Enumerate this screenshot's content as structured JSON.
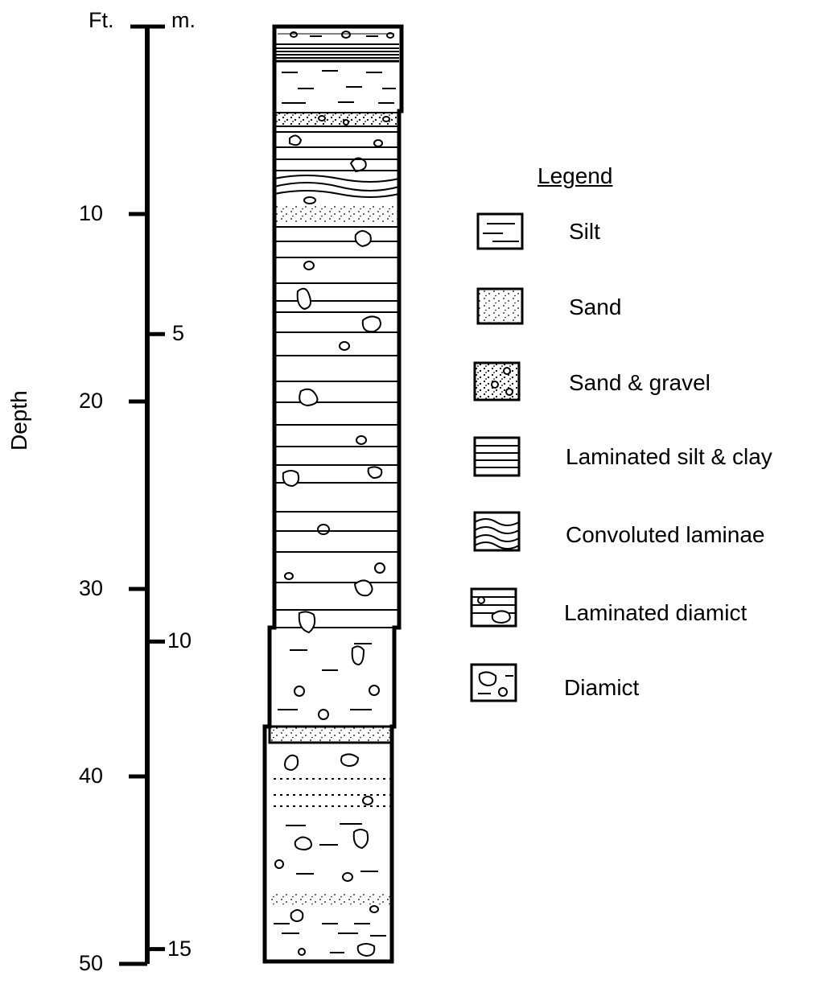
{
  "axis": {
    "title": "Depth",
    "unit_feet": "Ft.",
    "unit_meters": "m.",
    "feet_ticks": [
      {
        "value": 10,
        "label": "10"
      },
      {
        "value": 20,
        "label": "20"
      },
      {
        "value": 30,
        "label": "30"
      },
      {
        "value": 40,
        "label": "40"
      },
      {
        "value": 50,
        "label": "50"
      }
    ],
    "meter_ticks": [
      {
        "value": 5,
        "label": "5"
      },
      {
        "value": 10,
        "label": "10"
      },
      {
        "value": 15,
        "label": "15"
      }
    ]
  },
  "legend": {
    "title": "Legend",
    "items": [
      {
        "key": "silt",
        "label": "Silt"
      },
      {
        "key": "sand",
        "label": "Sand"
      },
      {
        "key": "sand_gravel",
        "label": "Sand & gravel"
      },
      {
        "key": "laminated",
        "label": "Laminated silt & clay"
      },
      {
        "key": "convoluted",
        "label": "Convoluted laminae"
      },
      {
        "key": "laminated_diamict",
        "label": "Laminated diamict"
      },
      {
        "key": "diamict",
        "label": "Diamict"
      }
    ]
  }
}
